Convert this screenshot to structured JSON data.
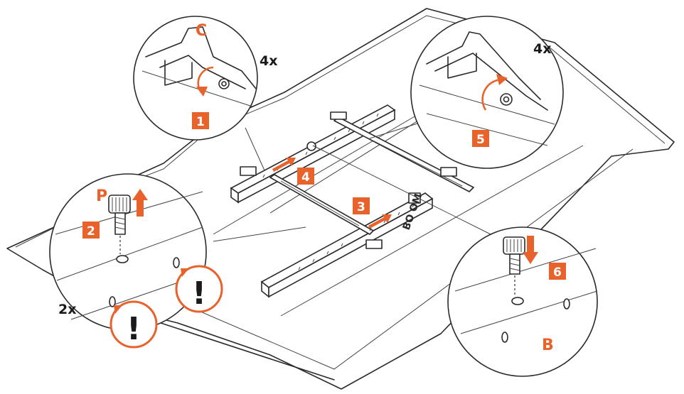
{
  "steps": {
    "s1": "1",
    "s2": "2",
    "s3": "3",
    "s4": "4",
    "s5": "5",
    "s6": "6"
  },
  "counts": {
    "top_left": "4x",
    "top_right": "4x",
    "left": "2x"
  },
  "markers": {
    "c": "C",
    "p": "P",
    "b": "B",
    "bottom_text": "BO OM"
  },
  "warnings": {
    "w1": "!",
    "w2": "!"
  },
  "colors": {
    "accent": "#e8622c",
    "ink": "#2a2a2a"
  },
  "icons": [
    "rotate-arrow-icon",
    "push-arrow-icon",
    "warning-icon"
  ]
}
